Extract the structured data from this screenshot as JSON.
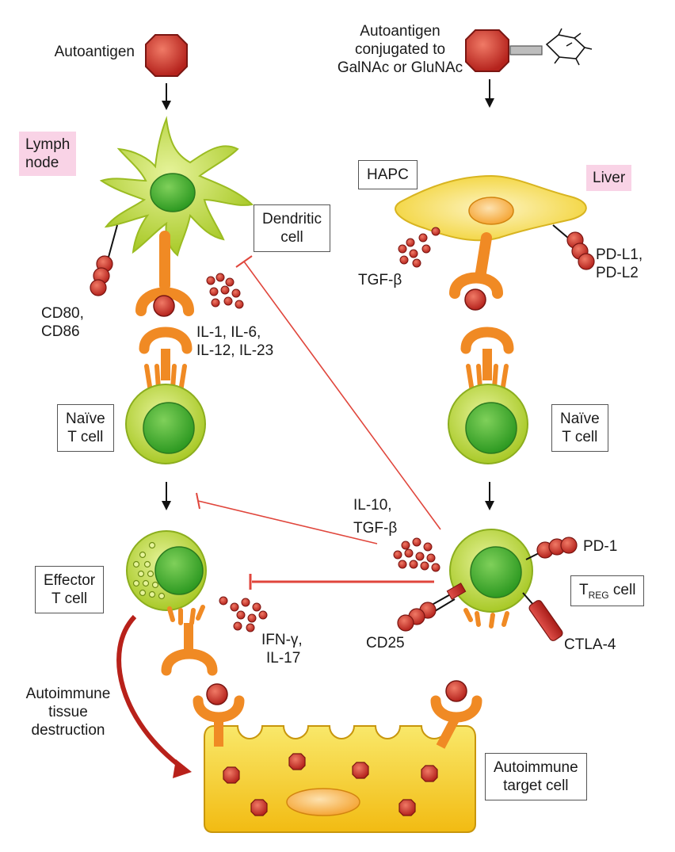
{
  "labels": {
    "autoantigen_left": "Autoantigen",
    "autoantigen_right_1": "Autoantigen",
    "autoantigen_right_2": "conjugated to",
    "autoantigen_right_3": "GalNAc or GluNAc",
    "lymph_node_1": "Lymph",
    "lymph_node_2": "node",
    "dendritic_cell_1": "Dendritic",
    "dendritic_cell_2": "cell",
    "hapc": "HAPC",
    "liver": "Liver",
    "cd80": "CD80,",
    "cd86": "CD86",
    "il_left_1": "IL-1, IL-6,",
    "il_left_2": "IL-12, IL-23",
    "tgf_beta_top": "TGF-β",
    "pdl1": "PD-L1,",
    "pdl2": "PD-L2",
    "naive_left_1": "Naïve",
    "naive_left_2": "T cell",
    "naive_right_1": "Naïve",
    "naive_right_2": "T cell",
    "il10": "IL-10,",
    "tgf_beta_mid": "TGF-β",
    "pd1": "PD-1",
    "effector_1": "Effector",
    "effector_2": "T cell",
    "treg_main": "T",
    "treg_sub": "REG",
    "treg_rest": " cell",
    "ifn_1": "IFN-γ,",
    "ifn_2": "IL-17",
    "cd25": "CD25",
    "ctla4": "CTLA-4",
    "autoimmune_tissue_1": "Autoimmune",
    "autoimmune_tissue_2": "tissue",
    "autoimmune_tissue_3": "destruction",
    "target_cell_1": "Autoimmune",
    "target_cell_2": "target cell"
  },
  "colors": {
    "antigen_red": "#c9302c",
    "cell_green": "#b5d334",
    "nucleus_green": "#3fae2a",
    "receptor_orange": "#f08a24",
    "inhibit_red": "#e0463c",
    "liver_yellow": "#f6d84a",
    "target_yellow": "#f5cc1e",
    "lymph_pink": "#f9d3e6"
  }
}
